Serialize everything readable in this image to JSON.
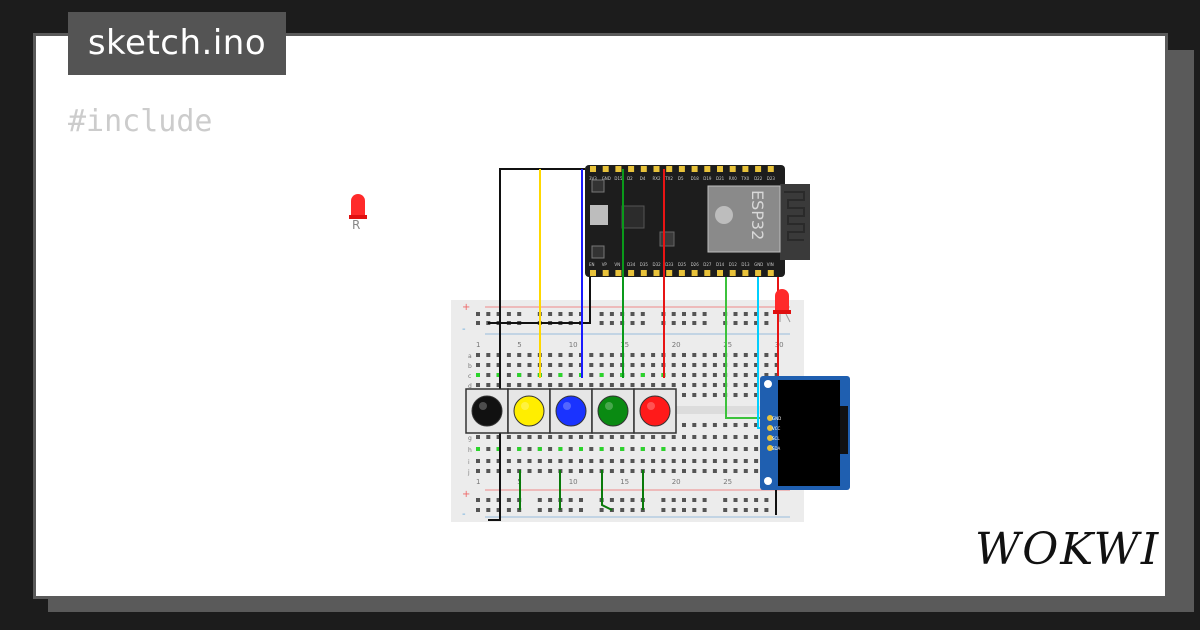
{
  "app": {
    "file_tab_label": "sketch.ino",
    "code_preview": "#include",
    "logo_text": "WOKWI"
  },
  "board": {
    "chip_label": "ESP32",
    "top_pin_labels": [
      "3V3",
      "GND",
      "D15",
      "D2",
      "D4",
      "RX2",
      "TX2",
      "D5",
      "D18",
      "D19",
      "D21",
      "RX0",
      "TX0",
      "D22",
      "D23"
    ],
    "bottom_pin_labels": [
      "EN",
      "VP",
      "VN",
      "D34",
      "D35",
      "D32",
      "D33",
      "D25",
      "D26",
      "D27",
      "D14",
      "D12",
      "D13",
      "GND",
      "VIN"
    ]
  },
  "breadboard": {
    "top_column_numbers": [
      "1",
      "5",
      "10",
      "15",
      "20",
      "25",
      "30"
    ],
    "bottom_column_numbers": [
      "1",
      "5",
      "10",
      "15",
      "20",
      "25"
    ],
    "row_letters_top": [
      "a",
      "b",
      "c",
      "d"
    ],
    "row_letters_bottom": [
      "g",
      "h",
      "i",
      "j"
    ]
  },
  "components": {
    "buttons": [
      {
        "name": "black",
        "color": "#111111"
      },
      {
        "name": "yellow",
        "color": "#ffee00"
      },
      {
        "name": "blue",
        "color": "#1a33ff"
      },
      {
        "name": "green",
        "color": "#0a8a12"
      },
      {
        "name": "red",
        "color": "#ff1a1a"
      }
    ],
    "led_left_label": "R",
    "oled_pin_labels": [
      "GND",
      "VCC",
      "SCL",
      "SDA"
    ]
  },
  "colors": {
    "wire_black": "#111111",
    "wire_yellow": "#ffd800",
    "wire_blue": "#1a1aff",
    "wire_green": "#0a9a1a",
    "wire_red": "#e81414",
    "wire_cyan": "#00d0ff",
    "wire_lightgreen": "#3cc23c",
    "led_red": "#ff2a2a",
    "oled_blue": "#1f5fb0"
  }
}
